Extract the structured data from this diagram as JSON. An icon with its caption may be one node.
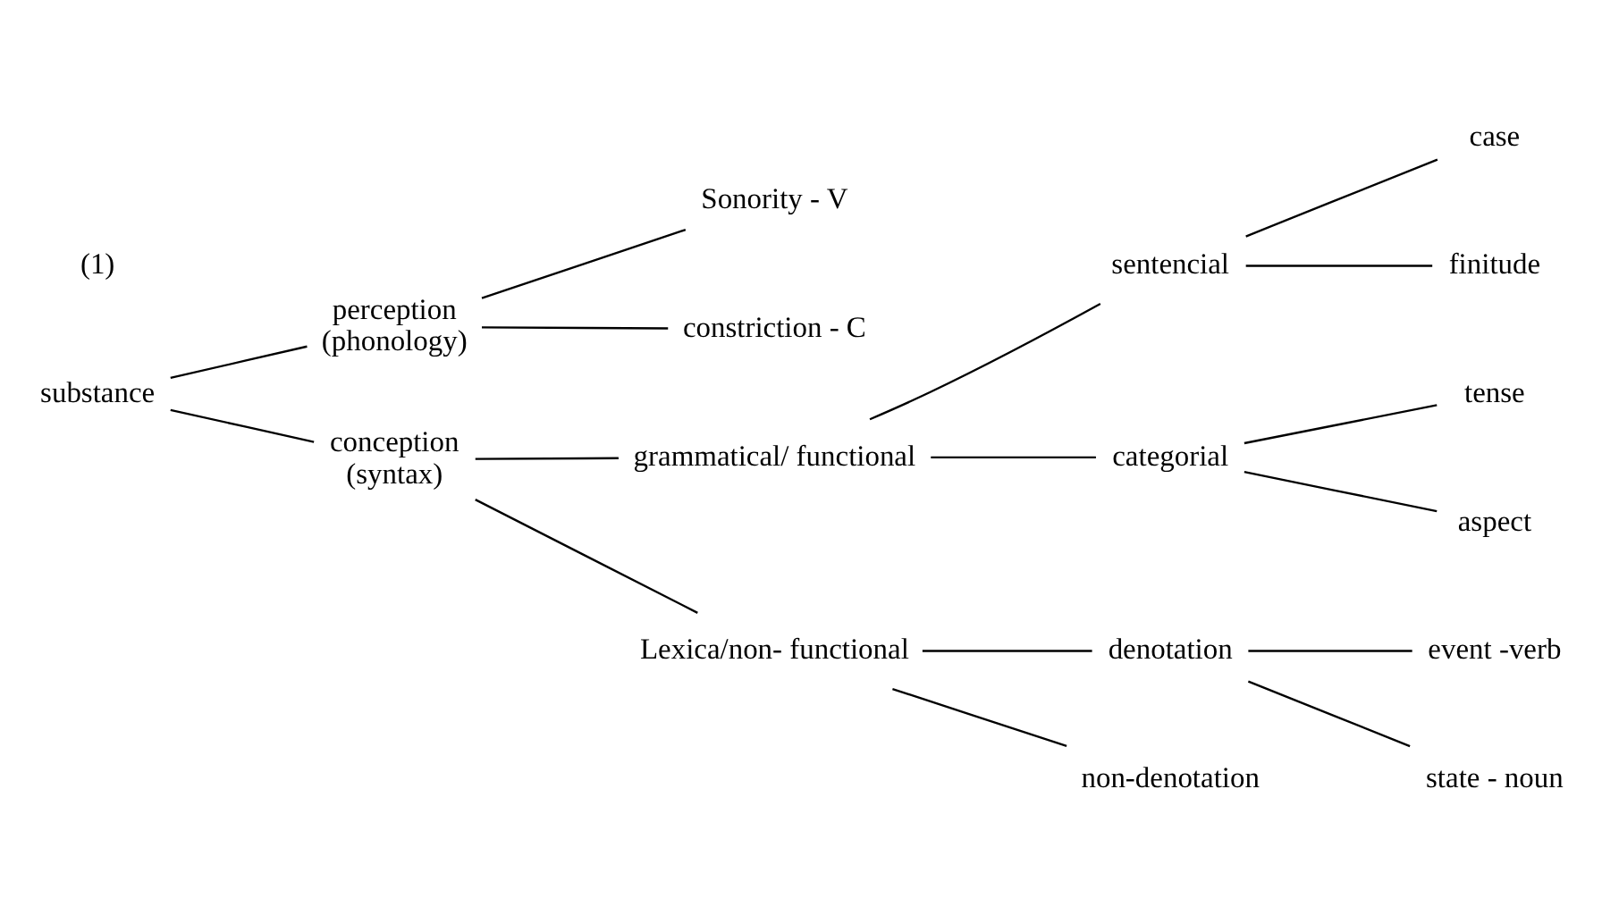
{
  "diagram": {
    "nodes": [
      {
        "text": [
          "substance"
        ]
      },
      {
        "text": [
          "perception",
          "(phonology)"
        ]
      },
      {
        "text": [
          "Sonority - V"
        ]
      },
      {
        "text": [
          "constriction - C"
        ]
      },
      {
        "text": [
          "conception",
          "(syntax)"
        ]
      },
      {
        "text": [
          "grammatical/ functional"
        ]
      },
      {
        "text": [
          "sentencial"
        ]
      },
      {
        "text": [
          "case"
        ]
      },
      {
        "text": [
          "finitude"
        ]
      },
      {
        "text": [
          "categorial"
        ]
      },
      {
        "text": [
          "tense"
        ]
      },
      {
        "text": [
          "aspect"
        ]
      },
      {
        "text": [
          "Lexica/non- functional"
        ]
      },
      {
        "text": [
          "denotation"
        ]
      },
      {
        "text": [
          "non-denotation"
        ]
      },
      {
        "text": [
          "event -verb"
        ]
      },
      {
        "text": [
          "state - noun"
        ]
      }
    ],
    "edges": [
      {
        "from": 0,
        "to": 1,
        "arrow": "none"
      },
      {
        "from": 0,
        "to": 4,
        "arrow": "none"
      },
      {
        "from": 1,
        "to": 2,
        "arrow": "none"
      },
      {
        "from": 1,
        "to": 3,
        "arrow": "none"
      },
      {
        "from": 4,
        "to": 5,
        "arrow": "none"
      },
      {
        "from": 4,
        "to": 12,
        "arrow": "none"
      },
      {
        "from": 5,
        "to": 6,
        "arrow": "none"
      },
      {
        "from": 5,
        "to": 9,
        "arrow": "none"
      },
      {
        "from": 6,
        "to": 7,
        "arrow": "none"
      },
      {
        "from": 6,
        "to": 8,
        "arrow": "none"
      },
      {
        "from": 9,
        "to": 10,
        "arrow": "none"
      },
      {
        "from": 9,
        "to": 11,
        "arrow": "none"
      },
      {
        "from": 12,
        "to": 13,
        "arrow": "none"
      },
      {
        "from": 12,
        "to": 14,
        "arrow": "none"
      },
      {
        "from": 13,
        "to": 15,
        "arrow": "none"
      },
      {
        "from": 13,
        "to": 16,
        "arrow": "none"
      }
    ],
    "labels": [
      "(1)"
    ]
  }
}
